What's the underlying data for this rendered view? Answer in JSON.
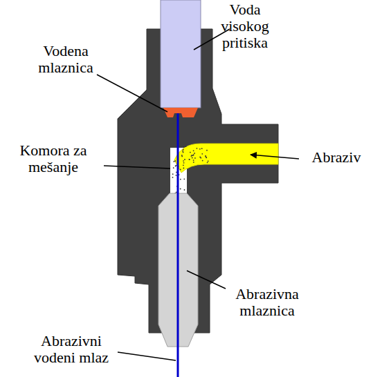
{
  "diagram": {
    "labels": [
      "Voda visokog pritiska",
      "Vodena mlaznica",
      "Komora za mešanje",
      "Abraziv",
      "Abrazivna mlaznica",
      "Abrazivni vodeni mlaz"
    ]
  }
}
